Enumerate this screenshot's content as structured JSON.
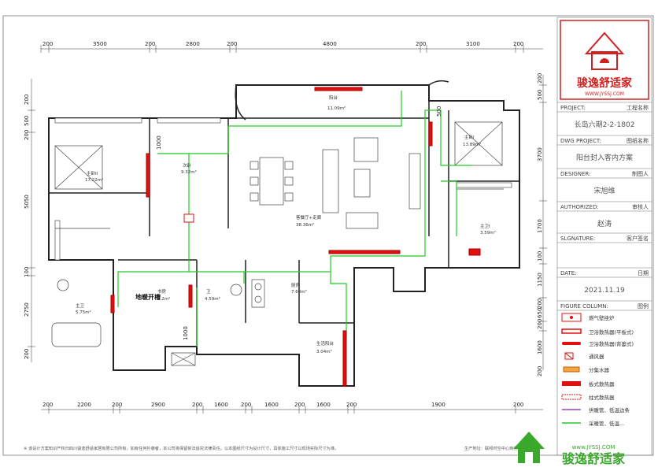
{
  "title_block": {
    "logo_text": "骏逸舒适家",
    "logo_url": "WWW.JYSSJ.COM",
    "project_label": "PROJECT:",
    "project_cn": "工程名称",
    "project_value": "长岛六期2-2-1802",
    "dwg_label": "DWG PROJECT:",
    "dwg_cn": "图纸名称",
    "dwg_value": "阳台封入客内方案",
    "designer_label": "DESIGNER:",
    "designer_cn": "制图人",
    "designer_value": "宋旭维",
    "authorized_label": "AUTHORIZED:",
    "authorized_cn": "审核人",
    "authorized_value": "赵涛",
    "signature_label": "SLGNATURE:",
    "signature_cn": "客户签名",
    "date_label": "DATE:",
    "date_cn": "日期",
    "date_value": "2021.11.19",
    "figure_label": "FIGURE COLUMN:",
    "figure_cn": "图例"
  },
  "legend": [
    {
      "label": "燃气壁挂炉",
      "icon": "boiler-icon"
    },
    {
      "label": "卫浴散热器(平板式)",
      "icon": "flat-bath-radiator-icon"
    },
    {
      "label": "卫浴散热器(背篓式)",
      "icon": "basket-bath-radiator-icon"
    },
    {
      "label": "通风器",
      "icon": "ventilator-icon"
    },
    {
      "label": "分集水器",
      "icon": "manifold-icon"
    },
    {
      "label": "板式散热器",
      "icon": "panel-radiator-icon"
    },
    {
      "label": "柱式散热器",
      "icon": "column-radiator-icon"
    },
    {
      "label": "供暖管、低温边条",
      "icon": "heating-pipe-icon"
    },
    {
      "label": "采暖管、低温...",
      "icon": "pipe-icon"
    }
  ],
  "dims_top": [
    "200",
    "3500",
    "200",
    "2800",
    "200",
    "4800",
    "200",
    "3100",
    "200"
  ],
  "dims_bottom": [
    "200",
    "2200",
    "200",
    "2900",
    "200",
    "1600",
    "200",
    "1600",
    "200",
    "1600",
    "200",
    "1900",
    "200"
  ],
  "dims_left": [
    "200",
    "500",
    "200",
    "5050",
    "100",
    "2750",
    "200"
  ],
  "dims_right": [
    "200",
    "500",
    "3700",
    "1700",
    "100",
    "1150",
    "200",
    "650",
    "200",
    "1600",
    "200"
  ],
  "dims_inner": [
    "1000",
    "500",
    "1000"
  ],
  "rooms": [
    {
      "name": "主卧II",
      "area": "17.22m²"
    },
    {
      "name": "次卧",
      "area": "9.32m²"
    },
    {
      "name": "阳台",
      "area": "11.09m²"
    },
    {
      "name": "主卧I",
      "area": "13.89m²"
    },
    {
      "name": "客餐厅+走廊",
      "area": "38.36m²"
    },
    {
      "name": "主卫I",
      "area": "3.59m²"
    },
    {
      "name": "主卫",
      "area": "5.75m²"
    },
    {
      "name": "书房",
      "area": "7.2m²"
    },
    {
      "name": "卫",
      "area": "4.59m²"
    },
    {
      "name": "厨房",
      "area": "7.60m²"
    },
    {
      "name": "生活阳台",
      "area": "3.04m²"
    }
  ],
  "annotations": {
    "floor_heating": "地暖开槽",
    "footer_note": "※ 该设计方案知识产权归四川骏逸舒适家居有限公司所有，如有任何抄袭者，本公司将保留依法追究法律责任。以本图纸尺寸为设计尺寸，具体施工尺寸以现场实际尺寸为准。",
    "footer_right": "生产地址：联邦时空中心商务...",
    "brand_footer": "骏逸舒适家",
    "brand_footer_url": "www.JYSSJ.COM"
  }
}
